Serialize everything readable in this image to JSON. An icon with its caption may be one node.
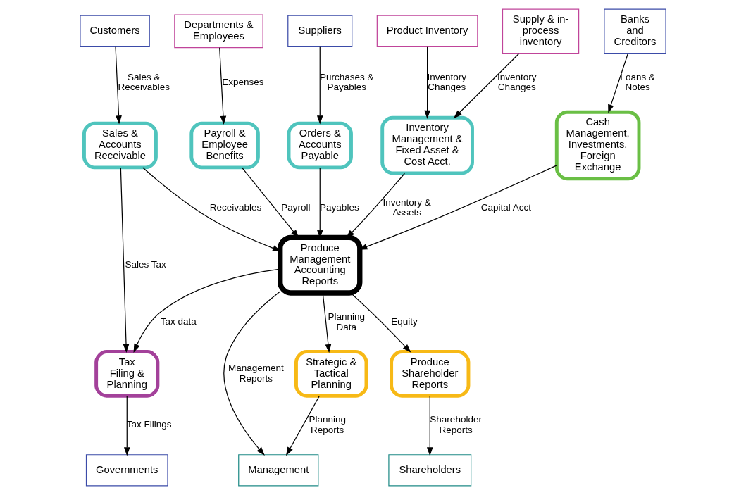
{
  "diagram": {
    "nodes": [
      {
        "text": [
          "Banks and Creditors"
        ]
      },
      {
        "text": [
          "Management"
        ]
      },
      {
        "text": [
          "Shareholders"
        ]
      },
      {
        "text": [
          "Cash Management, Investments, Foreign Exchange"
        ]
      },
      {
        "text": [
          "Strategic & Tactical Planning"
        ]
      },
      {
        "text": [
          "Produce Shareholder Reports"
        ]
      },
      {
        "text": [
          "Departments & Employees"
        ]
      },
      {
        "text": [
          "Governments"
        ]
      },
      {
        "text": [
          "Payroll & Employee Benefits"
        ]
      },
      {
        "text": [
          "Produce Management Accounting Reports"
        ]
      },
      {
        "text": [
          "Tax Filing & Planning"
        ]
      },
      {
        "text": [
          "Orders & Accounts Payable"
        ]
      },
      {
        "text": [
          "Inventory Management & Fixed Asset & Cost Acct."
        ]
      },
      {
        "text": [
          "Sales & Accounts Receivable"
        ]
      },
      {
        "text": [
          "Customers"
        ]
      },
      {
        "text": [
          "Suppliers"
        ]
      },
      {
        "text": [
          "Supply & in-process inventory"
        ]
      },
      {
        "text": [
          "Product Inventory"
        ]
      }
    ],
    "edges": [
      {
        "from": 0,
        "to": 3,
        "arrow": "to",
        "label": "Loans & Notes"
      },
      {
        "from": 3,
        "to": 9,
        "arrow": "to",
        "label": "Capital Acct"
      },
      {
        "from": 9,
        "to": 1,
        "arrow": "to",
        "label": "Management Reports"
      },
      {
        "from": 4,
        "to": 1,
        "arrow": "to",
        "label": "Planning Reports"
      },
      {
        "from": 9,
        "to": 4,
        "arrow": "to",
        "label": "Planning Data"
      },
      {
        "from": 5,
        "to": 2,
        "arrow": "to",
        "label": "Shareholder Reports"
      },
      {
        "from": 9,
        "to": 5,
        "arrow": "to",
        "label": "Equity"
      },
      {
        "from": 6,
        "to": 8,
        "arrow": "to",
        "label": "Expenses"
      },
      {
        "from": 8,
        "to": 9,
        "arrow": "to",
        "label": "Payroll"
      },
      {
        "from": 9,
        "to": 10,
        "arrow": "to",
        "label": "Tax data"
      },
      {
        "from": 10,
        "to": 7,
        "arrow": "to",
        "label": "Tax Filings"
      },
      {
        "from": 11,
        "to": 9,
        "arrow": "to",
        "label": "Payables"
      },
      {
        "from": 15,
        "to": 11,
        "arrow": "to",
        "label": "Purchases & Payables"
      },
      {
        "from": 12,
        "to": 9,
        "arrow": "to",
        "label": "Inventory & Assets"
      },
      {
        "from": 16,
        "to": 12,
        "arrow": "to",
        "label": "Inventory  Changes"
      },
      {
        "from": 17,
        "to": 12,
        "arrow": "to",
        "label": "Inventory  Changes"
      },
      {
        "from": 13,
        "to": 9,
        "arrow": "to",
        "label": "Receivables"
      },
      {
        "from": 13,
        "to": 10,
        "arrow": "to",
        "label": "Sales Tax"
      },
      {
        "from": 14,
        "to": 13,
        "arrow": "to",
        "label": "Sales & Receivables"
      }
    ]
  }
}
